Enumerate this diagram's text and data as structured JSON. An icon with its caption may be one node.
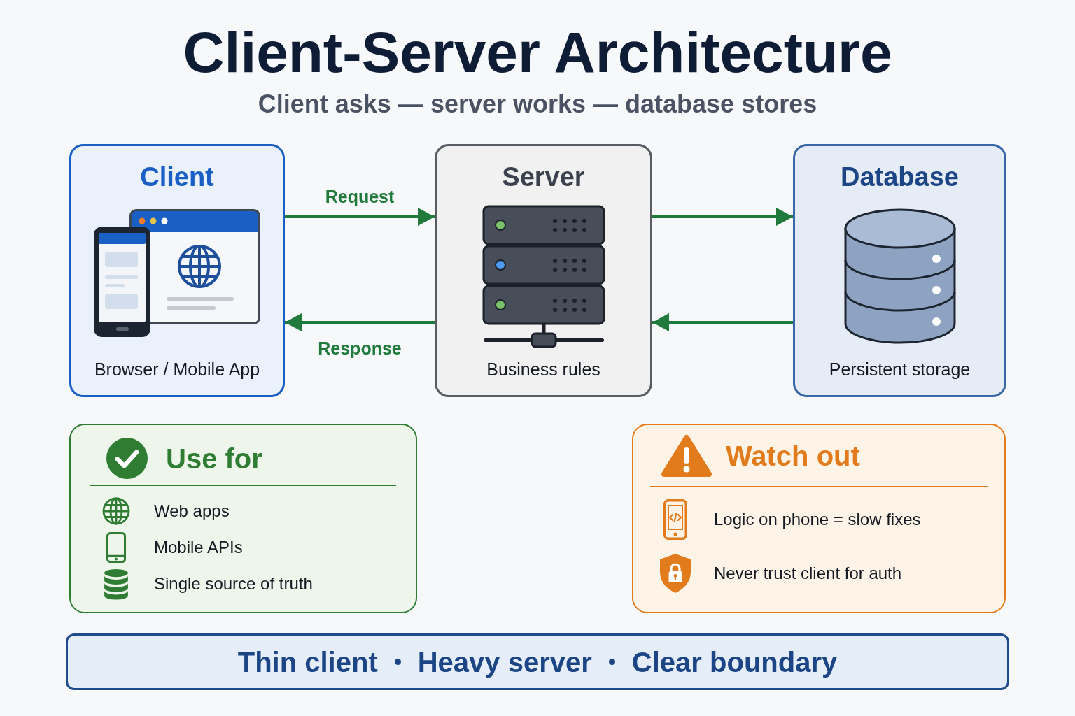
{
  "diagram": {
    "title": "Client-Server Architecture",
    "nodes": [
      {
        "text": [
          "Client",
          "Browser / Mobile App"
        ]
      },
      {
        "text": [
          "Server",
          "Business rules"
        ]
      },
      {
        "text": [
          "Database",
          "Persistent storage"
        ]
      },
      {
        "text": [
          "Use for",
          "Web apps",
          "Mobile APIs",
          "Single source of truth"
        ]
      },
      {
        "text": [
          "Watch out",
          "Logic on phone = slow fixes",
          "Never trust client for auth"
        ]
      },
      {
        "text": [
          "Thin client",
          "Heavy server",
          "Clear boundary"
        ]
      }
    ],
    "edges": [
      {
        "from": 0,
        "to": 1,
        "arrow": "to",
        "label": "Request"
      },
      {
        "from": 1,
        "to": 0,
        "arrow": "to",
        "label": "Response"
      },
      {
        "from": 1,
        "to": 2,
        "arrow": "to"
      },
      {
        "from": 2,
        "to": 1,
        "arrow": "to"
      }
    ],
    "labels": [
      "Client asks — server works — database stores"
    ]
  }
}
